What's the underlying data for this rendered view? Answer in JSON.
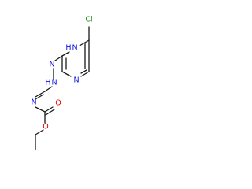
{
  "molecule": {
    "atoms": {
      "cl": "Cl",
      "n_ring_upper": "N",
      "h_ring_upper": "H",
      "n_ring_lower": "N",
      "n_hydrazone_1": "N",
      "n_hydrazone_2": "N",
      "h_hydrazone_2": "H",
      "n_imine": "N",
      "o_carbonyl": "O",
      "o_ester": "O"
    }
  },
  "colors": {
    "bond": "#1a1a1a",
    "carbon_text": "#1a1a1a",
    "nitrogen": "#1010e0",
    "oxygen": "#e00000",
    "chlorine": "#1f8f1f"
  }
}
